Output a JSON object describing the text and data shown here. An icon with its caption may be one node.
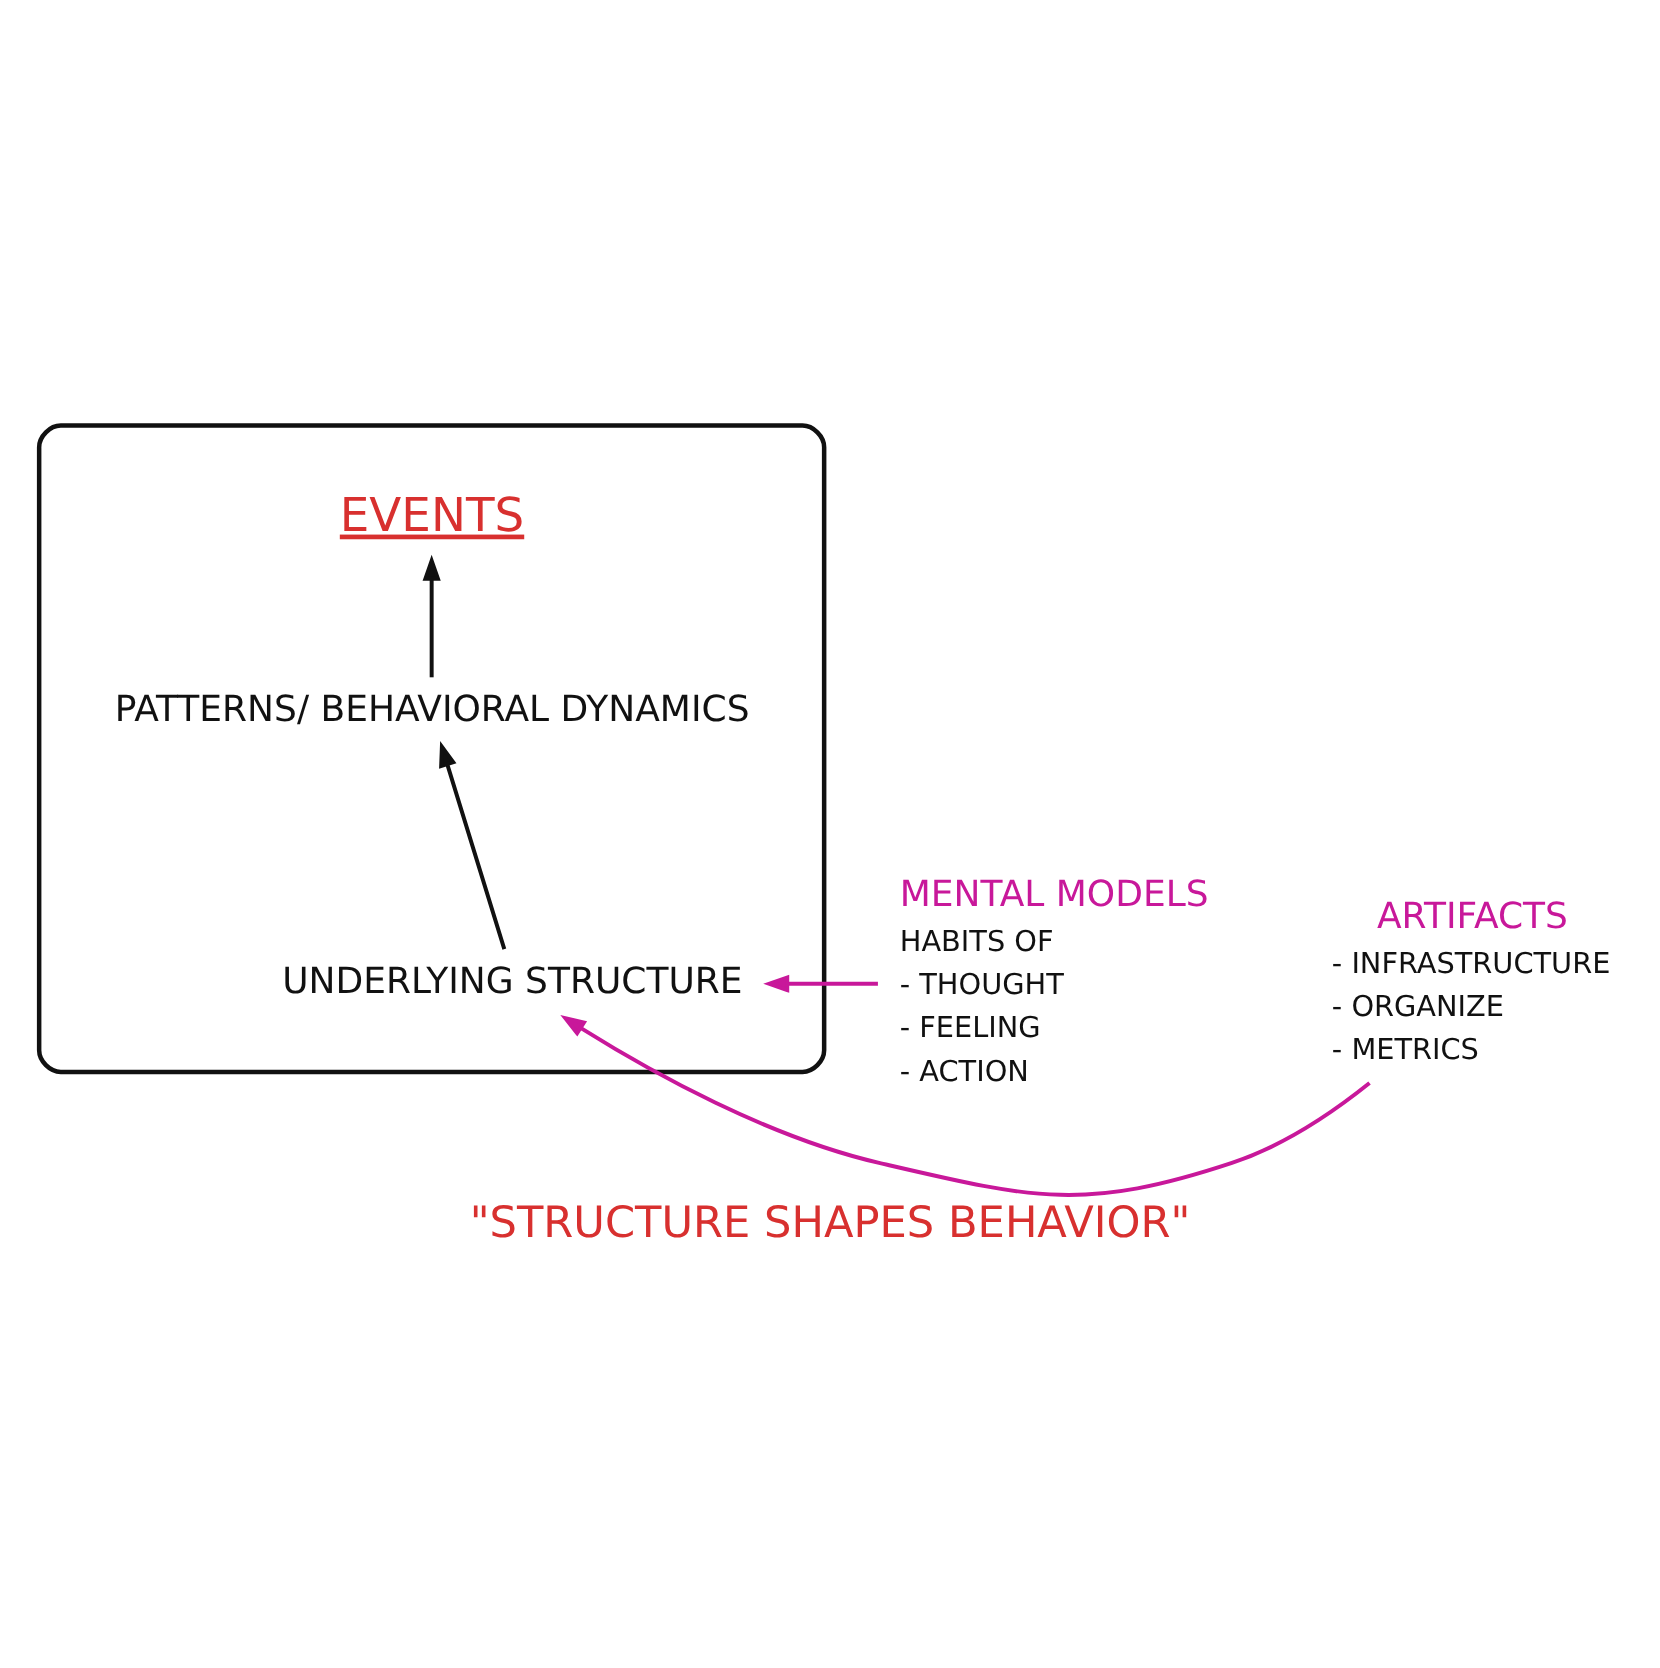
{
  "diagram": {
    "caption": "\"STRUCTURE SHAPES BEHAVIOR\"",
    "nodes": [
      {
        "text": [],
        "shape": "box"
      },
      {
        "text": [
          "EVENTS"
        ],
        "in": 0
      },
      {
        "text": [
          "PATTERNS/ BEHAVIORAL DYNAMICS"
        ],
        "in": 0
      },
      {
        "text": [
          "UNDERLYING STRUCTURE"
        ],
        "in": 0
      },
      {
        "text": [
          "MENTAL MODELS",
          "HABITS OF",
          "- THOUGHT",
          "- FEELING",
          "- ACTION"
        ]
      },
      {
        "text": [
          "ARTIFACTS",
          "- INFRASTRUCTURE",
          "- ORGANIZE",
          "- METRICS"
        ]
      }
    ],
    "edges": [
      {
        "from": 3,
        "to": 2,
        "arrow": "to"
      },
      {
        "from": 2,
        "to": 1,
        "arrow": "to"
      },
      {
        "from": 4,
        "to": 3,
        "arrow": "to",
        "color": "#c8189a"
      },
      {
        "from": 5,
        "to": 3,
        "arrow": "to",
        "color": "#c8189a"
      }
    ]
  }
}
